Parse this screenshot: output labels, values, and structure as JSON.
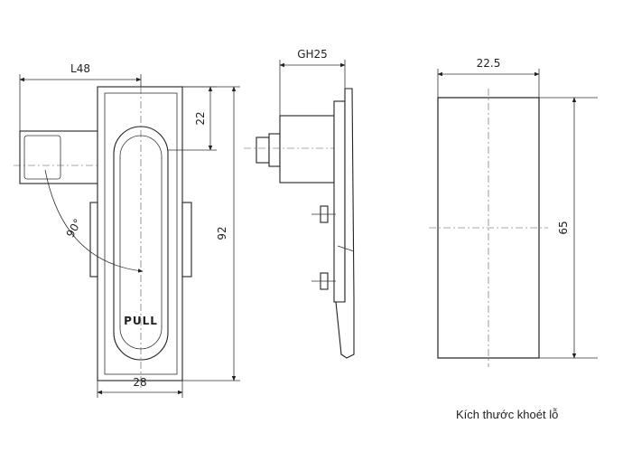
{
  "dimensions": {
    "l48": "L48",
    "d22": "22",
    "d92": "92",
    "d28": "28",
    "angle": "90°",
    "gh25": "GH25",
    "d22_5": "22.5",
    "d65": "65"
  },
  "labels": {
    "pull": "PULL"
  },
  "caption": "Kích thước khoét lỗ"
}
